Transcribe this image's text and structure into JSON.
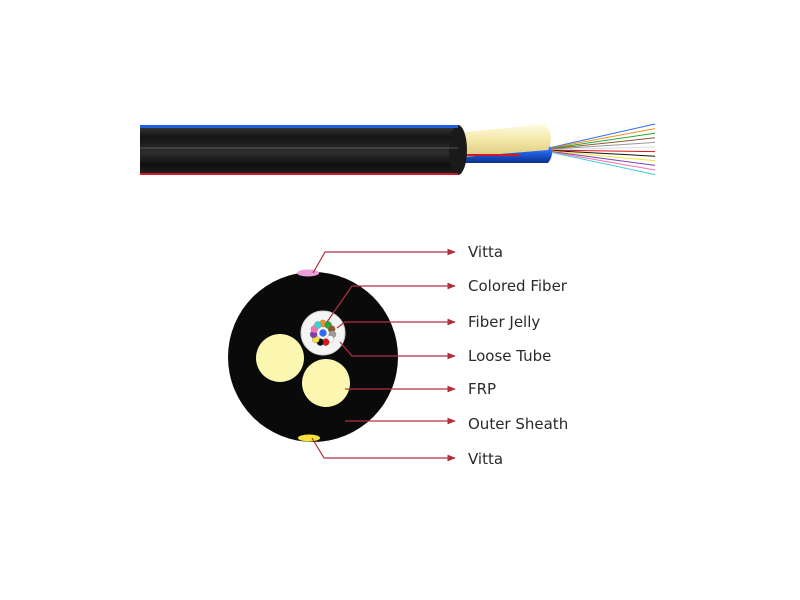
{
  "diagram": {
    "labels": [
      {
        "id": "vitta-top",
        "text": "Vitta"
      },
      {
        "id": "colored-fiber",
        "text": "Colored Fiber"
      },
      {
        "id": "fiber-jelly",
        "text": "Fiber Jelly"
      },
      {
        "id": "loose-tube",
        "text": "Loose Tube"
      },
      {
        "id": "frp",
        "text": "FRP"
      },
      {
        "id": "outer-sheath",
        "text": "Outer Sheath"
      },
      {
        "id": "vitta-bottom",
        "text": "Vitta"
      }
    ],
    "colors": {
      "sheath": "#0a0a0a",
      "frp": "#fbf7b0",
      "tube": "#f4f4f4",
      "vitta_top": "#e8a0d8",
      "vitta_bottom": "#f5e23c",
      "leader": "#b0303a",
      "stripe_blue": "#1f5fe0",
      "stripe_red": "#d0182a"
    },
    "fiber_colors": [
      "#2b6bff",
      "#ff8c1a",
      "#1faa3a",
      "#8a5a2b",
      "#9a9a9a",
      "#ffffff",
      "#e0141e",
      "#111111",
      "#f5e23c",
      "#7a3fb5",
      "#ff6fb5",
      "#3fd1d1"
    ]
  }
}
